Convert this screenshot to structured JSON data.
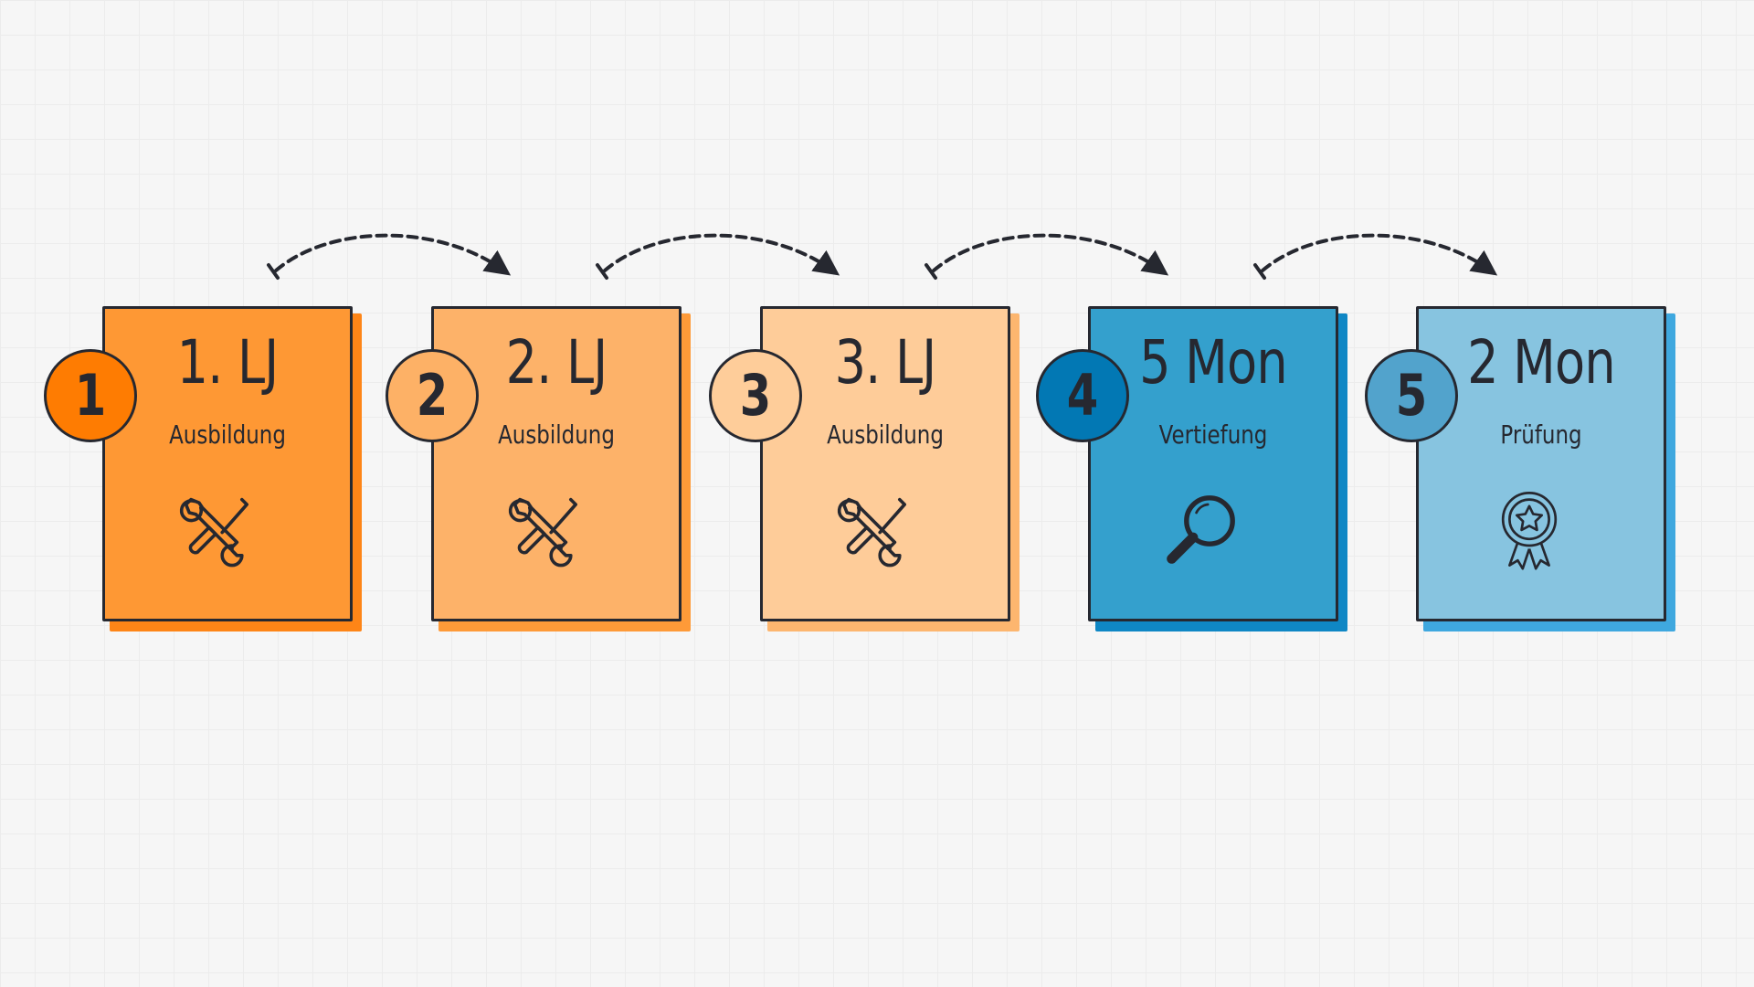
{
  "steps": [
    {
      "number": "1",
      "title": "1. LJ",
      "subtitle": "Ausbildung",
      "icon": "tools-icon",
      "card_color": "#fe9834",
      "shadow_color": "#fe8517",
      "badge_color": "#fe7c02"
    },
    {
      "number": "2",
      "title": "2. LJ",
      "subtitle": "Ausbildung",
      "icon": "tools-icon",
      "card_color": "#fdb269",
      "shadow_color": "#fe9a38",
      "badge_color": "#fdb166"
    },
    {
      "number": "3",
      "title": "3. LJ",
      "subtitle": "Ausbildung",
      "icon": "tools-icon",
      "card_color": "#fecc99",
      "shadow_color": "#fdb66f",
      "badge_color": "#fecd9a"
    },
    {
      "number": "4",
      "title": "5 Mon",
      "subtitle": "Vertiefung",
      "icon": "magnifier-icon",
      "card_color": "#34a0cd",
      "shadow_color": "#0f87c5",
      "badge_color": "#0278b4"
    },
    {
      "number": "5",
      "title": "2 Mon",
      "subtitle": "Prüfung",
      "icon": "award-ribbon-icon",
      "card_color": "#87c4e0",
      "shadow_color": "#3fa8df",
      "badge_color": "#52a3cc"
    }
  ],
  "colors": {
    "ink": "#262830",
    "background": "#f6f6f6",
    "grid": "#ececec"
  }
}
